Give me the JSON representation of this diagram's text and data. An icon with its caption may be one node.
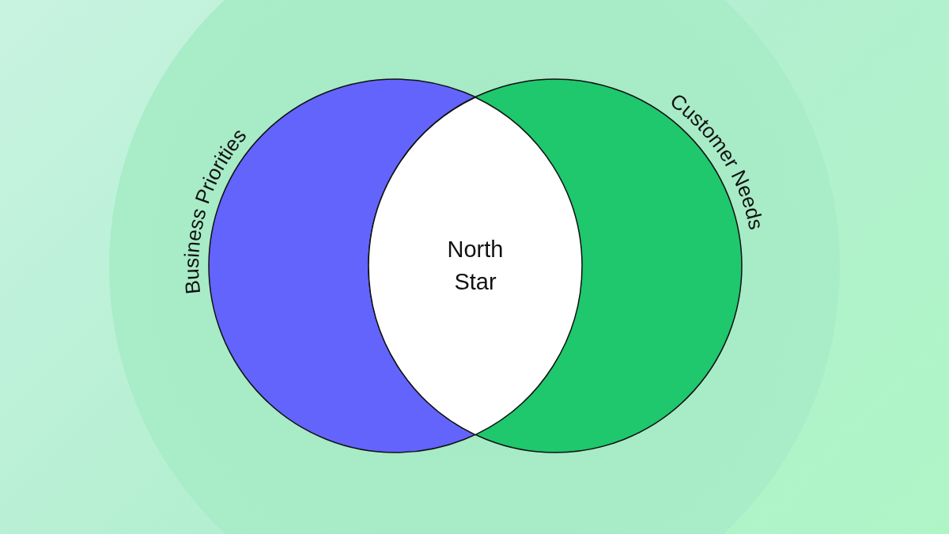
{
  "diagram": {
    "nodes": [
      {
        "text": [
          "Business Priorities"
        ]
      },
      {
        "text": [
          "North Star"
        ]
      },
      {
        "text": [
          "Customer Needs"
        ]
      }
    ]
  }
}
